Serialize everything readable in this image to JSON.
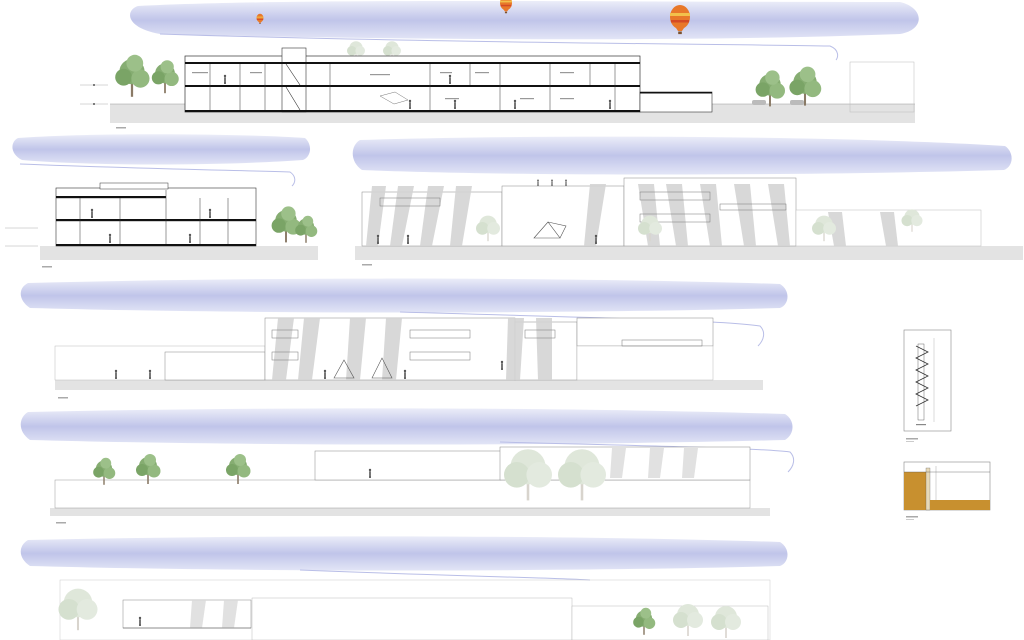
{
  "sheet": {
    "title": "",
    "drawings": [
      {
        "id": "section-a",
        "kind": "section",
        "scale_label": ""
      },
      {
        "id": "section-b",
        "kind": "section",
        "scale_label": ""
      },
      {
        "id": "elevation-south",
        "kind": "elevation",
        "scale_label": ""
      },
      {
        "id": "elevation-east",
        "kind": "elevation",
        "scale_label": ""
      },
      {
        "id": "elevation-north",
        "kind": "elevation",
        "scale_label": ""
      },
      {
        "id": "elevation-west",
        "kind": "elevation",
        "scale_label": ""
      },
      {
        "id": "facade-fin-detail",
        "kind": "detail",
        "scale_label": ""
      },
      {
        "id": "wall-detail",
        "kind": "detail",
        "scale_label": ""
      }
    ]
  },
  "colors": {
    "sky": "#b8bde6",
    "tree_dark": "#7faa6b",
    "tree_light": "#cfdcc7",
    "ground": "#e2e2e2",
    "fin_shade": "#d6d6d6",
    "section_cut": "#111111",
    "balloon_orange": "#e87a2a",
    "balloon_yellow": "#f2c14b",
    "detail_wood": "#c8902f"
  },
  "icons": [
    "hot-air-balloon-icon",
    "tree-icon",
    "person-figure-icon",
    "car-icon",
    "level-marker-icon"
  ]
}
